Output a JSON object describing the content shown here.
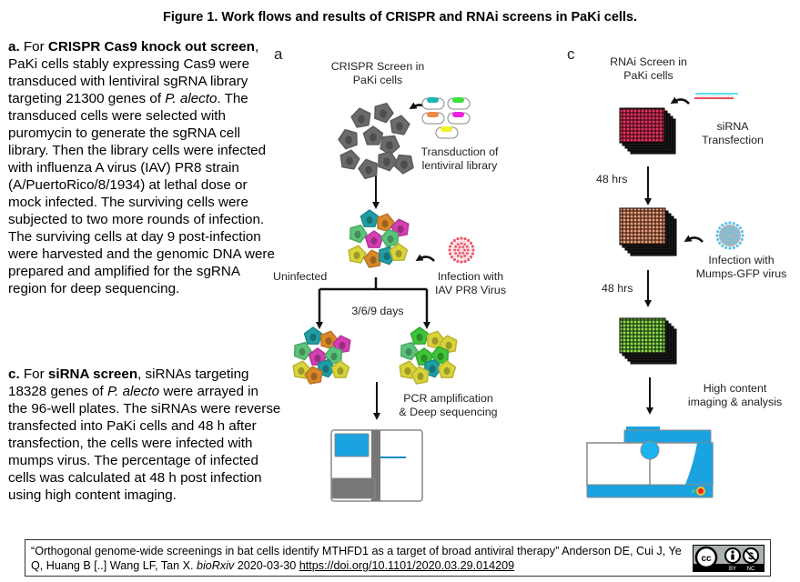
{
  "figure": {
    "title": "Figure 1. Work flows and results of CRISPR and RNAi screens in PaKi cells."
  },
  "text_panel": {
    "para_a": {
      "label": "a.",
      "lead": " For ",
      "bold": "CRISPR Cas9 knock out screen",
      "part1": ", PaKi cells stably expressing Cas9 were transduced with lentiviral sgRNA library targeting 21300 genes of ",
      "species": "P. alecto",
      "part2": ". The transduced cells were selected with puromycin to generate the sgRNA cell library. Then the library cells were infected with influenza A virus (IAV) PR8 strain (A/PuertoRico/8/1934) at lethal dose or mock infected. The surviving cells were subjected to two more rounds of infection. The surviving cells at day 9 post-infection were harvested and the genomic DNA were prepared and amplified for the sgRNA region for deep sequencing."
    },
    "para_c": {
      "label": "c.",
      "lead": " For ",
      "bold": "siRNA screen",
      "part1": ", siRNAs targeting 18328 genes of ",
      "species": "P. alecto",
      "part2": " were arrayed in the 96-well plates. The siRNAs were reverse transfected into PaKi cells and 48 h after transfection, the cells were infected with mumps virus. The percentage of infected cells was calculated at 48 h post infection using high content imaging."
    }
  },
  "panel_a": {
    "letter": "a",
    "title_line1": "CRISPR Screen in",
    "title_line2": "PaKi cells",
    "transduction_line1": "Transduction of",
    "transduction_line2": "lentiviral library",
    "uninfected": "Uninfected",
    "infection_line1": "Infection with",
    "infection_line2": "IAV PR8 Virus",
    "days": "3/6/9 days",
    "pcr_line1": "PCR amplification",
    "pcr_line2": "& Deep sequencing",
    "colors": {
      "cell_gray": "#6b6b6b",
      "teal": "#1f9ea3",
      "orange": "#d9892a",
      "magenta": "#d43fb2",
      "green": "#5cc47a",
      "yellow": "#d8d43a",
      "bright_green": "#3ec43a",
      "sequencer_blue": "#1aa3e0"
    },
    "plasmid_colors": [
      "#1ab3b3",
      "#3ee03e",
      "#f08a4a",
      "#ee22dd",
      "#f2f22a"
    ]
  },
  "panel_c": {
    "letter": "c",
    "title_line1": "RNAi Screen in",
    "title_line2": "PaKi cells",
    "sirna_line1": "siRNA",
    "sirna_line2": "Transfection",
    "hrs_1": "48 hrs",
    "infection_line1": "Infection with",
    "infection_line2": "Mumps-GFP virus",
    "hrs_2": "48 hrs",
    "imaging_line1": "High content",
    "imaging_line2": "imaging & analysis",
    "colors": {
      "plate_red": "#e8365f",
      "plate_orange": "#f2a07a",
      "plate_green": "#8ee04a",
      "imager_blue": "#1aa3e0",
      "virus_blue": "#5cc4ea"
    }
  },
  "citation": {
    "text_pre": "“Orthogonal genome-wide screenings in bat cells identify MTHFD1 as a target of broad antiviral therapy” Anderson DE, Cui J, Ye Q, Huang B [..] Wang LF, Tan X. ",
    "journal": "bioRxiv",
    "date": " 2020-03-30 ",
    "doi": "https://doi.org/10.1101/2020.03.29.014209",
    "license": {
      "cc": "cc",
      "by": "BY",
      "nc": "NC"
    }
  }
}
